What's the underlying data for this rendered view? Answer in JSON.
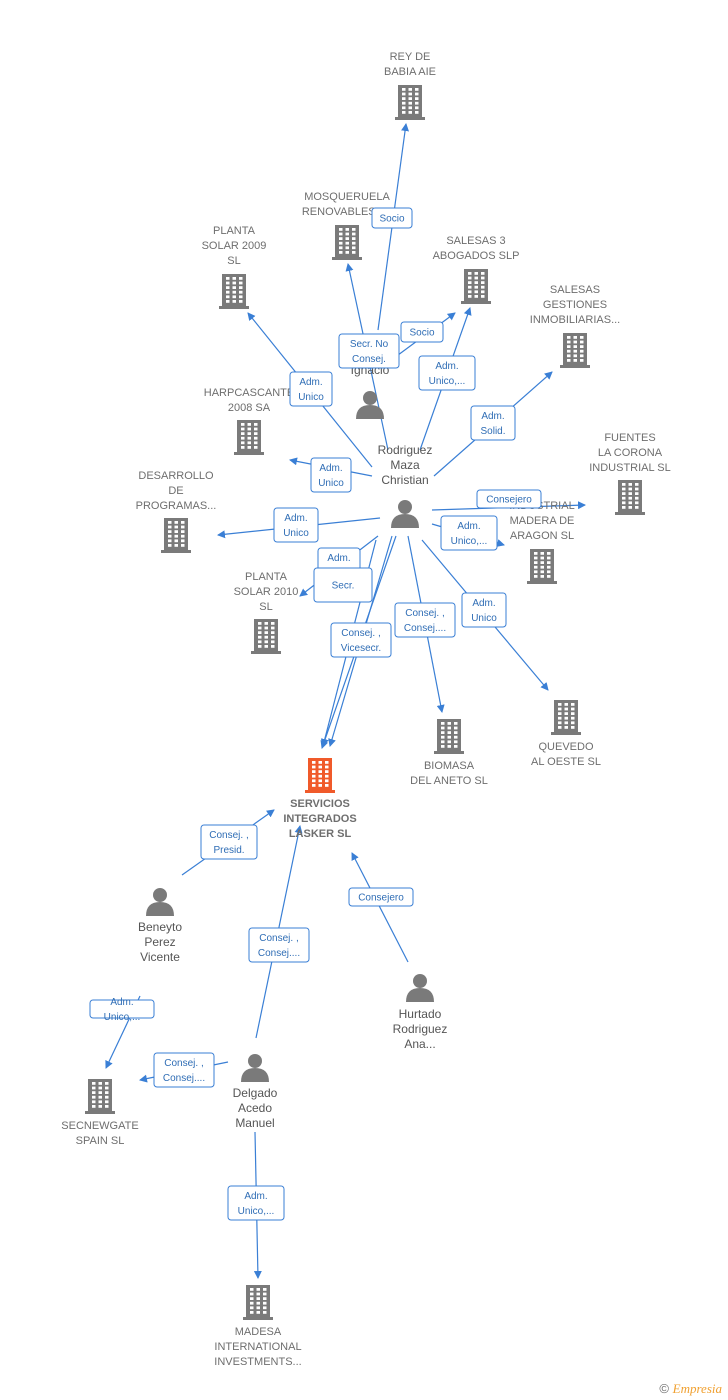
{
  "colors": {
    "building": "#7a7a7a",
    "main_building": "#f05a2a",
    "edge": "#3a7fd5",
    "person": "#7a7a7a"
  },
  "footer": {
    "copyright": "©",
    "brand": "Empresia"
  },
  "companies": [
    {
      "id": "rey",
      "label": [
        "REY DE",
        "BABIA AIE"
      ]
    },
    {
      "id": "mosq",
      "label": [
        "MOSQUERUELA",
        "RENOVABLES SL"
      ]
    },
    {
      "id": "salesas3",
      "label": [
        "SALESAS 3",
        "ABOGADOS  SLP"
      ]
    },
    {
      "id": "planta2009",
      "label": [
        "PLANTA",
        "SOLAR 2009",
        "SL"
      ]
    },
    {
      "id": "salesasgest",
      "label": [
        "SALESAS",
        "GESTIONES",
        "INMOBILIARIAS..."
      ]
    },
    {
      "id": "harp",
      "label": [
        "HARPCASCANTE",
        "2008 SA"
      ]
    },
    {
      "id": "fuentes",
      "label": [
        "FUENTES",
        "LA CORONA",
        "INDUSTRIAL SL"
      ]
    },
    {
      "id": "desarrollo",
      "label": [
        "DESARROLLO",
        "DE",
        "PROGRAMAS..."
      ]
    },
    {
      "id": "industrial",
      "label": [
        "INDUSTRIAL",
        "MADERA DE",
        "ARAGON  SL"
      ]
    },
    {
      "id": "planta2010",
      "label": [
        "PLANTA",
        "SOLAR 2010",
        "SL"
      ]
    },
    {
      "id": "quevedo",
      "label": [
        "QUEVEDO",
        "AL OESTE  SL"
      ]
    },
    {
      "id": "biomasa",
      "label": [
        "BIOMASA",
        "DEL ANETO SL"
      ]
    },
    {
      "id": "servicios",
      "label": [
        "SERVICIOS",
        "INTEGRADOS",
        "LASKER  SL"
      ],
      "main": true
    },
    {
      "id": "secnewgate",
      "label": [
        "SECNEWGATE",
        "SPAIN  SL"
      ]
    },
    {
      "id": "madesa",
      "label": [
        "MADESA",
        "INTERNATIONAL",
        "INVESTMENTS..."
      ]
    }
  ],
  "persons": [
    {
      "id": "ignacio",
      "label": [
        "Ignacio"
      ]
    },
    {
      "id": "rodriguez",
      "label": [
        "Rodriguez",
        "Maza",
        "Christian"
      ]
    },
    {
      "id": "beneyto",
      "label": [
        "Beneyto",
        "Perez",
        "Vicente"
      ]
    },
    {
      "id": "hurtado",
      "label": [
        "Hurtado",
        "Rodriguez",
        "Ana..."
      ]
    },
    {
      "id": "delgado",
      "label": [
        "Delgado",
        "Acedo",
        "Manuel"
      ]
    }
  ],
  "relations": [
    {
      "label": [
        "Socio"
      ]
    },
    {
      "label": [
        "Secr.  No",
        "Consej."
      ]
    },
    {
      "label": [
        "Socio"
      ]
    },
    {
      "label": [
        "Adm.",
        "Unico,..."
      ]
    },
    {
      "label": [
        "Adm.",
        "Unico"
      ]
    },
    {
      "label": [
        "Adm.",
        "Solid."
      ]
    },
    {
      "label": [
        "Adm.",
        "Unico"
      ]
    },
    {
      "label": [
        "Consejero"
      ]
    },
    {
      "label": [
        "Adm.",
        "Unico"
      ]
    },
    {
      "label": [
        "Adm.",
        "Unico,..."
      ]
    },
    {
      "label": [
        "Adm.",
        "Unico"
      ]
    },
    {
      "label": [
        "Secr."
      ]
    },
    {
      "label": [
        "Adm.",
        "Unico"
      ]
    },
    {
      "label": [
        "Consej. ,",
        "Consej...."
      ]
    },
    {
      "label": [
        "Consej. ,",
        "Vicesecr."
      ]
    },
    {
      "label": [
        "Consej. ,",
        "Presid."
      ]
    },
    {
      "label": [
        "Consejero"
      ]
    },
    {
      "label": [
        "Consej. ,",
        "Consej...."
      ]
    },
    {
      "label": [
        "Consejero"
      ]
    },
    {
      "label": [
        "Consej. ,",
        "Consej...."
      ]
    },
    {
      "label": [
        "Adm.",
        "Unico,..."
      ]
    }
  ]
}
